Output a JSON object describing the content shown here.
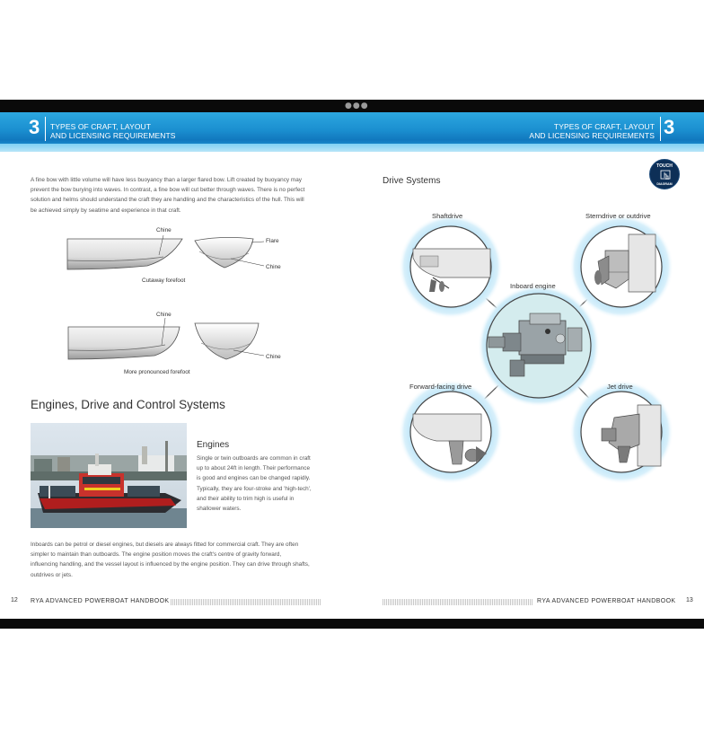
{
  "chapter": {
    "number": "3",
    "title_line1": "TYPES OF CRAFT, LAYOUT",
    "title_line2": "AND LICENSING REQUIREMENTS"
  },
  "left_page": {
    "intro_lines": [
      "A fine bow with little volume will have less buoyancy than a larger flared bow. Lift created by buoyancy may",
      "prevent the bow burying into waves. In contrast, a fine bow will cut better through waves. There is no perfect",
      "solution and helms should understand the craft they are handling and the characteristics of the hull. This will",
      "be achieved simply by seatime and experience in that craft."
    ],
    "figure1": {
      "chine_top": "Chine",
      "flare": "Flare",
      "chine_side": "Chine",
      "caption": "Cutaway forefoot"
    },
    "figure2": {
      "chine_top": "Chine",
      "chine_side": "Chine",
      "caption": "More pronounced forefoot"
    },
    "section_heading": "Engines, Drive and Control Systems",
    "engines_heading": "Engines",
    "engines_lines": [
      "Single or twin outboards are common in craft",
      "up to about 24ft in length. Their performance",
      "is good and engines can be changed rapidly.",
      "Typically, they are four-stroke and 'high-tech',",
      "and their ability to trim high is useful in",
      "shallower waters."
    ],
    "bottom_lines": [
      "Inboards can be petrol or diesel engines, but diesels are always fitted for commercial craft. They are often",
      "simpler to maintain than outboards. The engine position moves the craft's centre of gravity forward,",
      "influencing handling, and the vessel layout is influenced by the engine position. They can drive through shafts,",
      "outdrives or jets."
    ],
    "page_number": "12",
    "footer_title": "RYA ADVANCED POWERBOAT HANDBOOK"
  },
  "right_page": {
    "heading": "Drive Systems",
    "touch_badge": {
      "line1": "TOUCH",
      "line2": "DIAGRAM"
    },
    "diagram_labels": {
      "shaftdrive": "Shaftdrive",
      "sterndrive": "Sterndrive or outdrive",
      "inboard": "Inboard engine",
      "forward": "Forward-facing drive",
      "jet": "Jet drive"
    },
    "page_number": "13",
    "footer_title": "RYA ADVANCED POWERBOAT HANDBOOK"
  },
  "colors": {
    "band_blue": "#1b8fd0",
    "band_light": "#b8e5f8",
    "diagram_glow": "#b9e3f7",
    "diagram_center": "#d4ecee",
    "badge_navy": "#0d2f57"
  }
}
